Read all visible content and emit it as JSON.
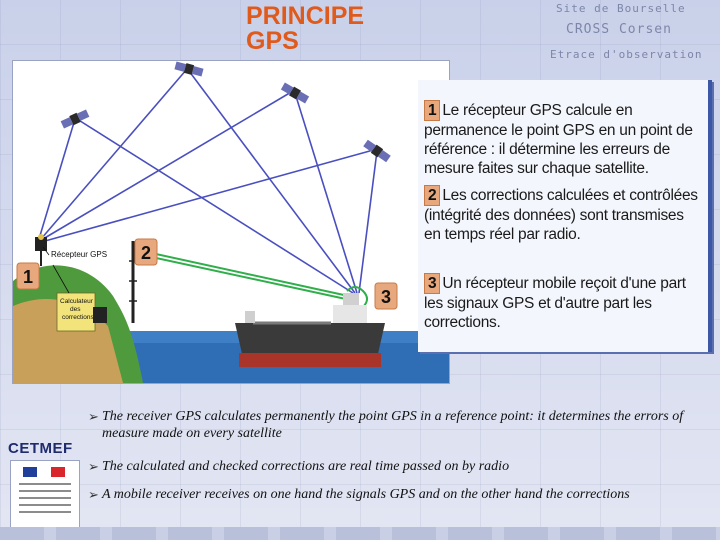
{
  "title": {
    "line1": "PRINCIPE",
    "line2": "GPS"
  },
  "map_labels": {
    "top_right_1": "Site de Bourselle",
    "top_right_2": "CROSS Corsen",
    "top_right_3": "Etrace d'observation"
  },
  "diagram": {
    "receiver_label": "Récepteur GPS",
    "calc_label_lines": [
      "Calculateur",
      "des",
      "corrections"
    ],
    "numbers": [
      "1",
      "2",
      "3"
    ]
  },
  "panel": {
    "steps": [
      {
        "num": "1",
        "text": "Le récepteur GPS calcule en permanence le point GPS en un point de référence : il détermine les erreurs de mesure faites sur chaque satellite."
      },
      {
        "num": "2",
        "text": "Les corrections calculées et contrôlées (intégrité des données) sont transmises en temps réel par radio."
      },
      {
        "num": "3",
        "text": "Un récepteur mobile reçoit d'une part les signaux GPS et d'autre part les corrections."
      }
    ]
  },
  "captions": [
    "The receiver GPS calculates permanently the point GPS in a reference point: it determines the errors of measure made on every satellite",
    "The calculated and checked corrections are real time passed on by radio",
    "A mobile receiver receives on one hand the signals GPS and on the other hand the corrections"
  ],
  "caption_bullet": "➢",
  "logo": {
    "name": "CETMEF"
  },
  "colors": {
    "title": "#e05a1c",
    "signal_line": "#4a4fc0",
    "correction_line": "#2fae4a",
    "badge": "#e8a87d",
    "panel_border": "#3b57a6"
  }
}
